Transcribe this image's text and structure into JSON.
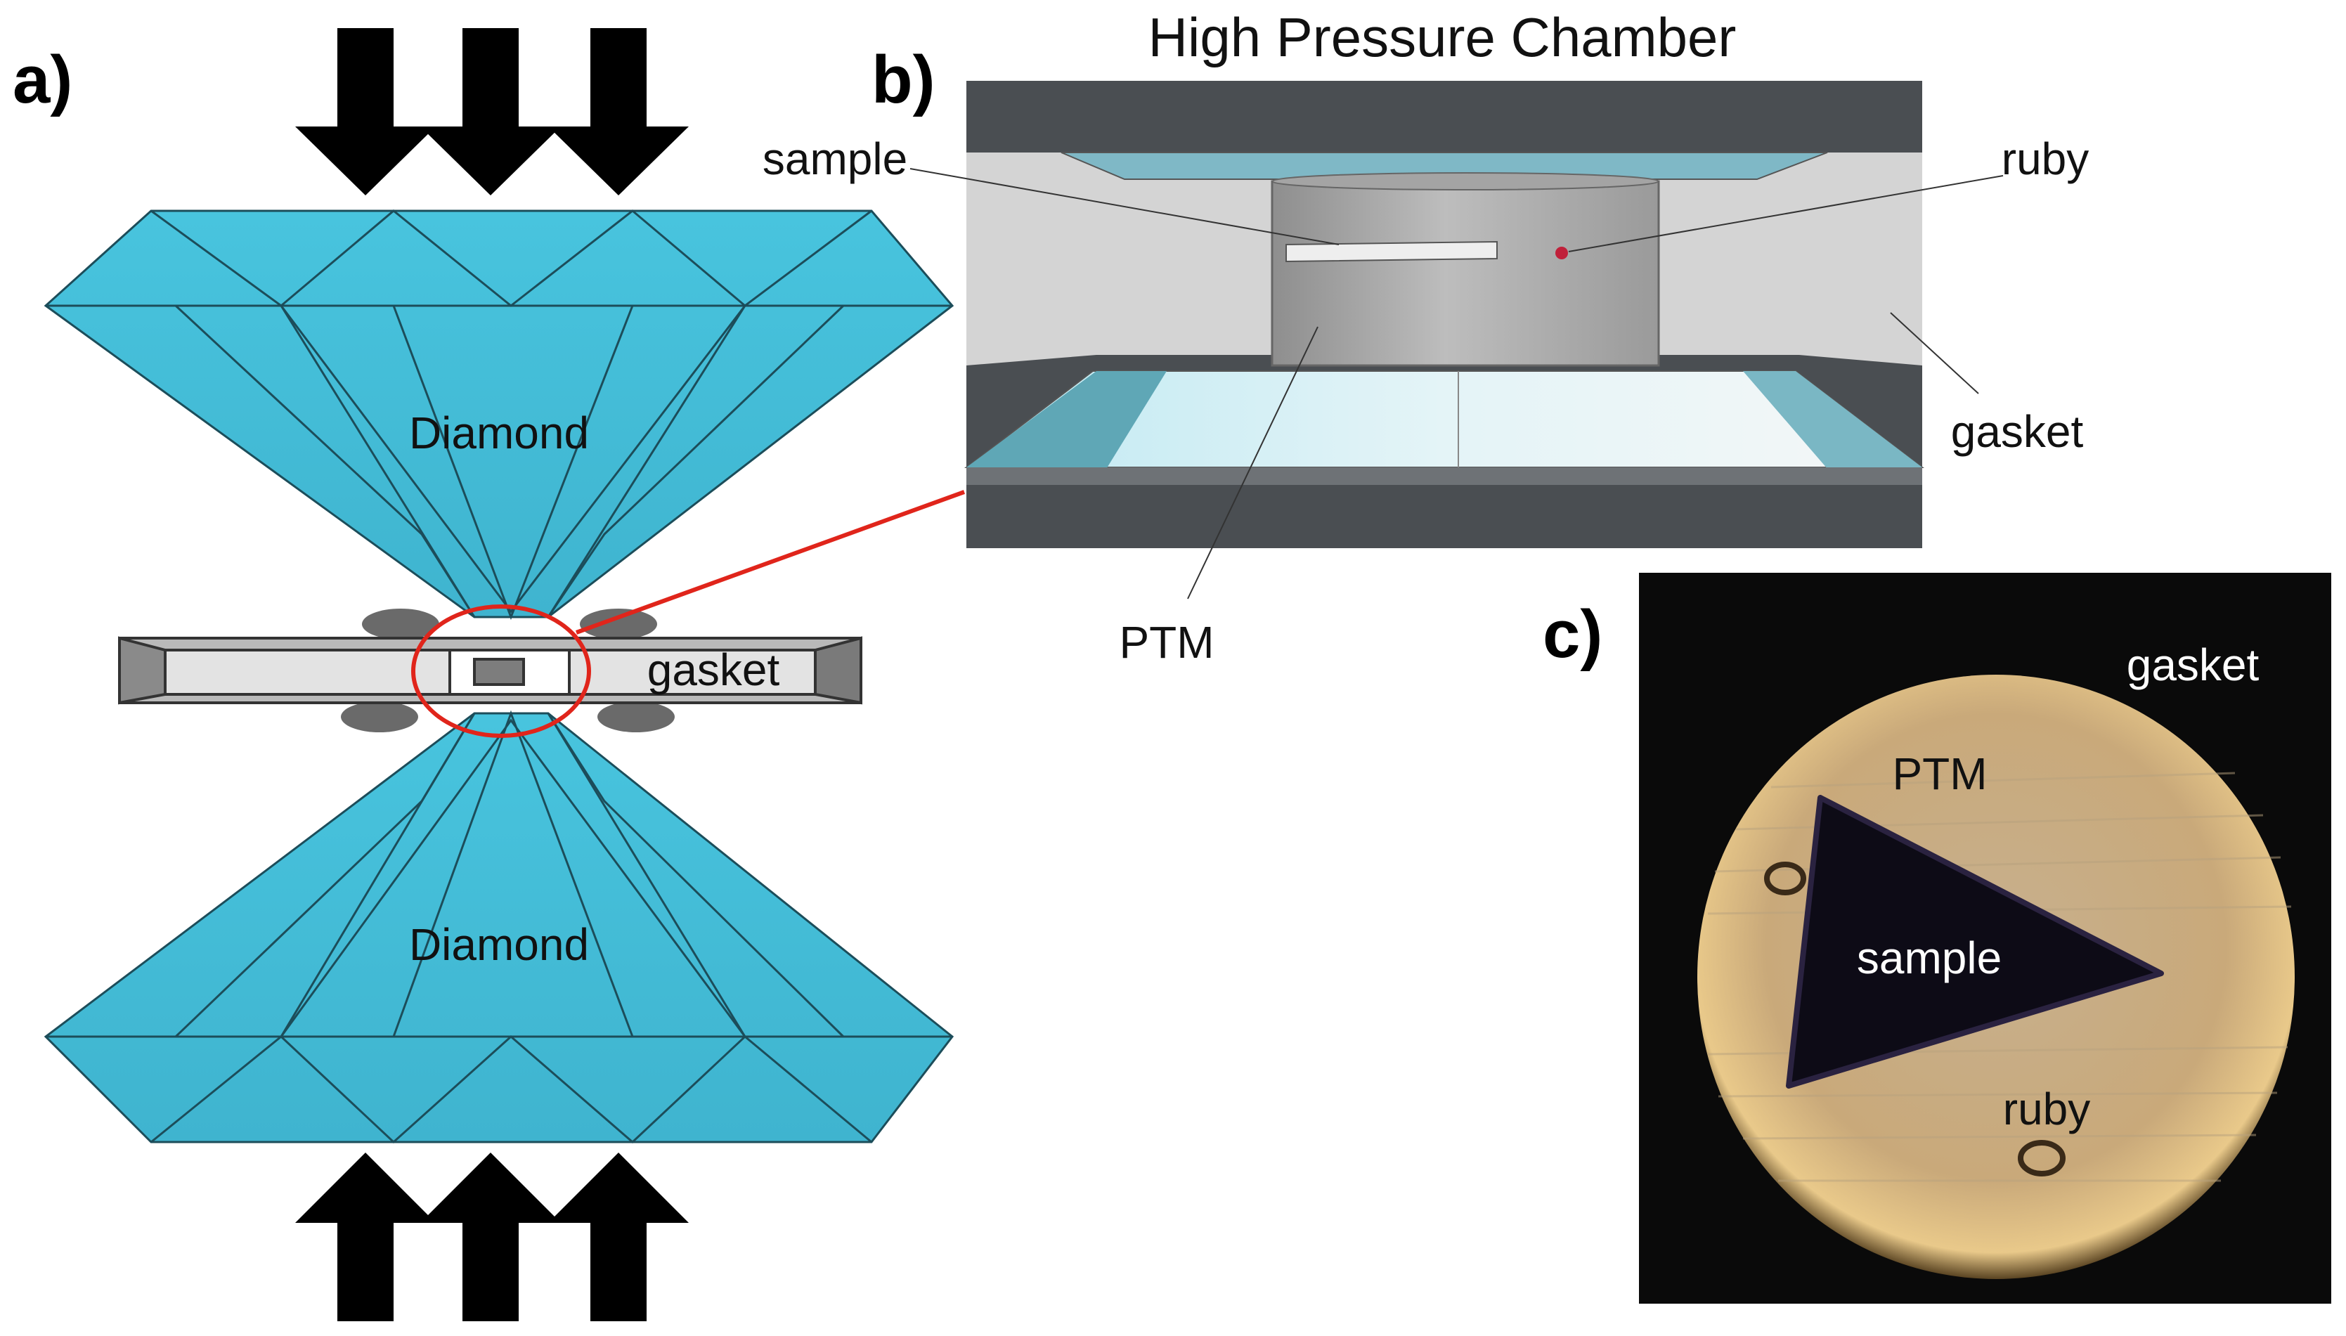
{
  "panels": {
    "a": {
      "label": "a)",
      "diamond_top_label": "Diamond",
      "diamond_bottom_label": "Diamond",
      "gasket_label": "gasket"
    },
    "b": {
      "label": "b)",
      "title": "High Pressure Chamber",
      "sample_label": "sample",
      "ruby_label": "ruby",
      "gasket_label": "gasket",
      "ptm_label": "PTM"
    },
    "c": {
      "label": "c)",
      "gasket_label": "gasket",
      "ptm_label": "PTM",
      "sample_label": "sample",
      "ruby_label": "ruby"
    }
  },
  "colors": {
    "diamond": "#45c3dc",
    "diamond_dark": "#2a8fa6",
    "highlight_circle": "#e0251b",
    "arrow": "#000000",
    "gasket": "#c9c9c9",
    "micrograph_bg": "#0a0a0a",
    "ptm_disc": "#c9a97a",
    "ruby_dot": "#c0203a"
  },
  "icons": {
    "force_arrows_top": "arrow-down-icon",
    "force_arrows_bottom": "arrow-up-icon"
  }
}
